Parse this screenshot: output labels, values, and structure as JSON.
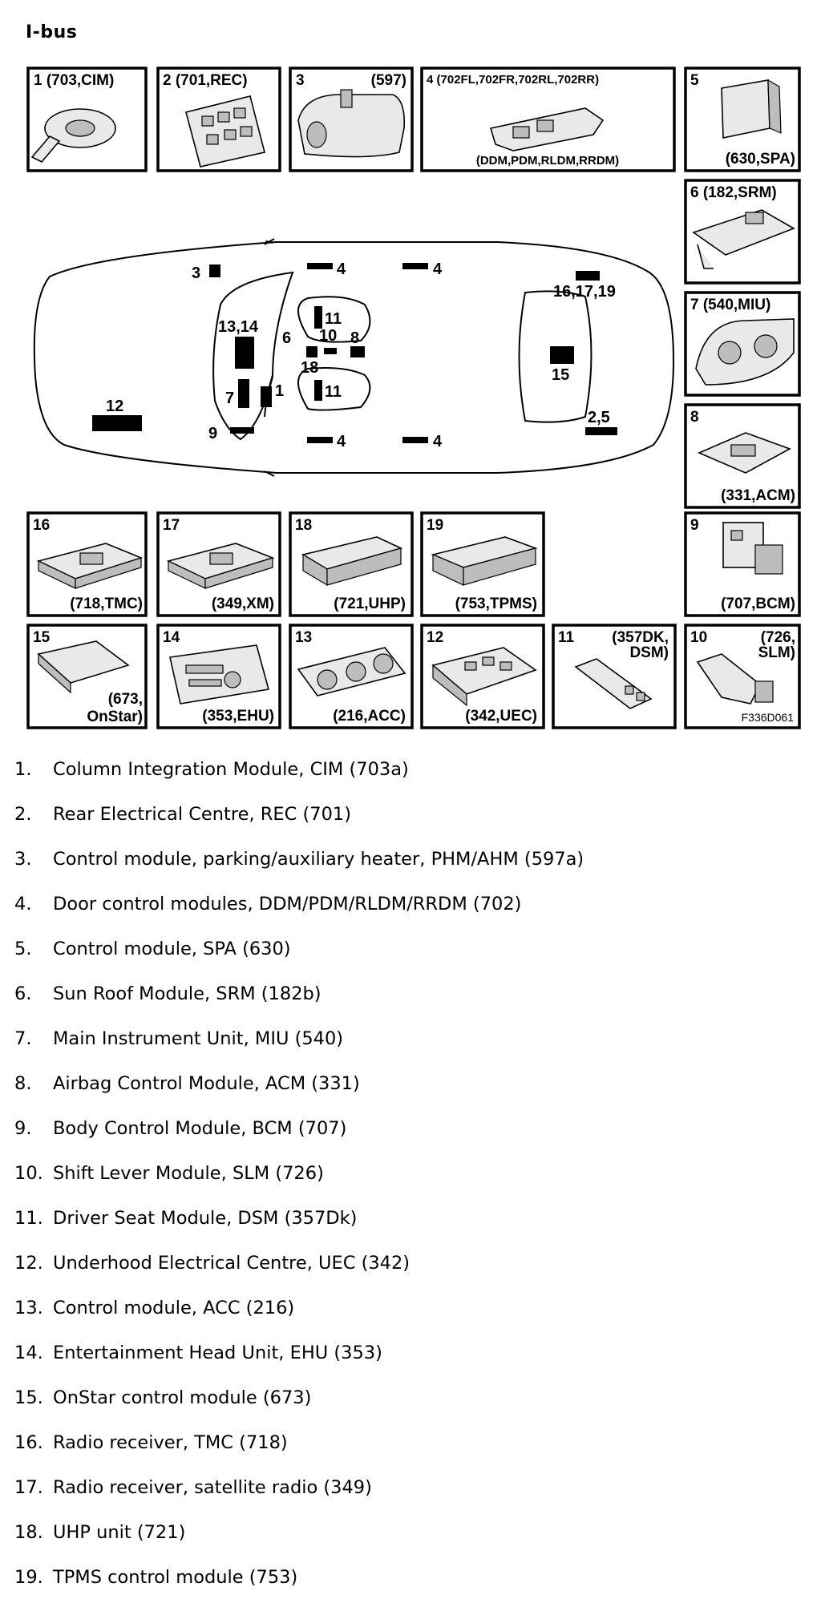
{
  "title": "I-bus",
  "figure_id": "F336D061",
  "boxes": {
    "b1": {
      "num": "1",
      "text": "(703,CIM)"
    },
    "b2": {
      "num": "2",
      "text": "(701,REC)"
    },
    "b3": {
      "num": "3",
      "text": "(597)"
    },
    "b4": {
      "num": "4",
      "text": "(702FL,702FR,702RL,702RR)",
      "text2": "(DDM,PDM,RLDM,RRDM)"
    },
    "b5": {
      "num": "5",
      "text": "(630,SPA)"
    },
    "b6": {
      "num": "6",
      "text": "(182,SRM)"
    },
    "b7": {
      "num": "7",
      "text": "(540,MIU)"
    },
    "b8": {
      "num": "8",
      "text": "(331,ACM)"
    },
    "b9": {
      "num": "9",
      "text": "(707,BCM)"
    },
    "b10": {
      "num": "10",
      "text": "(726,",
      "text2": "SLM)"
    },
    "b11": {
      "num": "11",
      "text": "(357DK,",
      "text2": "DSM)"
    },
    "b12": {
      "num": "12",
      "text": "(342,UEC)"
    },
    "b13": {
      "num": "13",
      "text": "(216,ACC)"
    },
    "b14": {
      "num": "14",
      "text": "(353,EHU)"
    },
    "b15": {
      "num": "15",
      "text": "(673,",
      "text2": "OnStar)"
    },
    "b16": {
      "num": "16",
      "text": "(718,TMC)"
    },
    "b17": {
      "num": "17",
      "text": "(349,XM)"
    },
    "b18": {
      "num": "18",
      "text": "(721,UHP)"
    },
    "b19": {
      "num": "19",
      "text": "(753,TPMS)"
    }
  },
  "car_labels": {
    "l3": "3",
    "l4a": "4",
    "l4b": "4",
    "l4c": "4",
    "l4d": "4",
    "l16": "16,17,19",
    "l13": "13,14",
    "l6": "6",
    "l11a": "11",
    "l11b": "11",
    "l10": "10",
    "l8": "8",
    "l18": "18",
    "l15": "15",
    "l7": "7",
    "l1": "1",
    "l12": "12",
    "l9": "9",
    "l25": "2,5"
  },
  "legend": [
    {
      "num": "1.",
      "text": "Column Integration Module, CIM (703a)"
    },
    {
      "num": "2.",
      "text": "Rear Electrical Centre, REC (701)"
    },
    {
      "num": "3.",
      "text": "Control module, parking/auxiliary heater, PHM/AHM (597a)"
    },
    {
      "num": "4.",
      "text": "Door control modules, DDM/PDM/RLDM/RRDM (702)"
    },
    {
      "num": "5.",
      "text": "Control module, SPA (630)"
    },
    {
      "num": "6.",
      "text": "Sun Roof Module, SRM (182b)"
    },
    {
      "num": "7.",
      "text": "Main Instrument Unit, MIU (540)"
    },
    {
      "num": "8.",
      "text": "Airbag Control Module, ACM (331)"
    },
    {
      "num": "9.",
      "text": "Body Control Module, BCM (707)"
    },
    {
      "num": "10.",
      "text": "Shift Lever Module, SLM (726)"
    },
    {
      "num": "11.",
      "text": "Driver Seat Module, DSM (357Dk)"
    },
    {
      "num": "12.",
      "text": "Underhood Electrical Centre, UEC (342)"
    },
    {
      "num": "13.",
      "text": "Control module, ACC (216)"
    },
    {
      "num": "14.",
      "text": "Entertainment Head Unit, EHU (353)"
    },
    {
      "num": "15.",
      "text": "OnStar control module (673)"
    },
    {
      "num": "16.",
      "text": "Radio receiver, TMC (718)"
    },
    {
      "num": "17.",
      "text": "Radio receiver, satellite radio (349)"
    },
    {
      "num": "18.",
      "text": "UHP unit (721)"
    },
    {
      "num": "19.",
      "text": "TPMS control module (753)"
    }
  ]
}
